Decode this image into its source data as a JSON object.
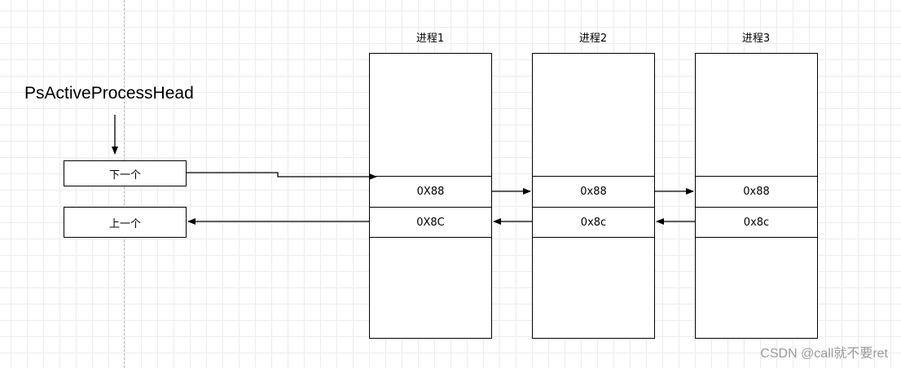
{
  "diagram": {
    "head_label": "PsActiveProcessHead",
    "next_label": "下一个",
    "prev_label": "上一个",
    "processes": [
      {
        "title": "进程1",
        "flink": "0X88",
        "blink": "0X8C"
      },
      {
        "title": "进程2",
        "flink": "0x88",
        "blink": "0x8c"
      },
      {
        "title": "进程3",
        "flink": "0x88",
        "blink": "0x8c"
      }
    ]
  },
  "watermark": "CSDN @call就不要ret"
}
